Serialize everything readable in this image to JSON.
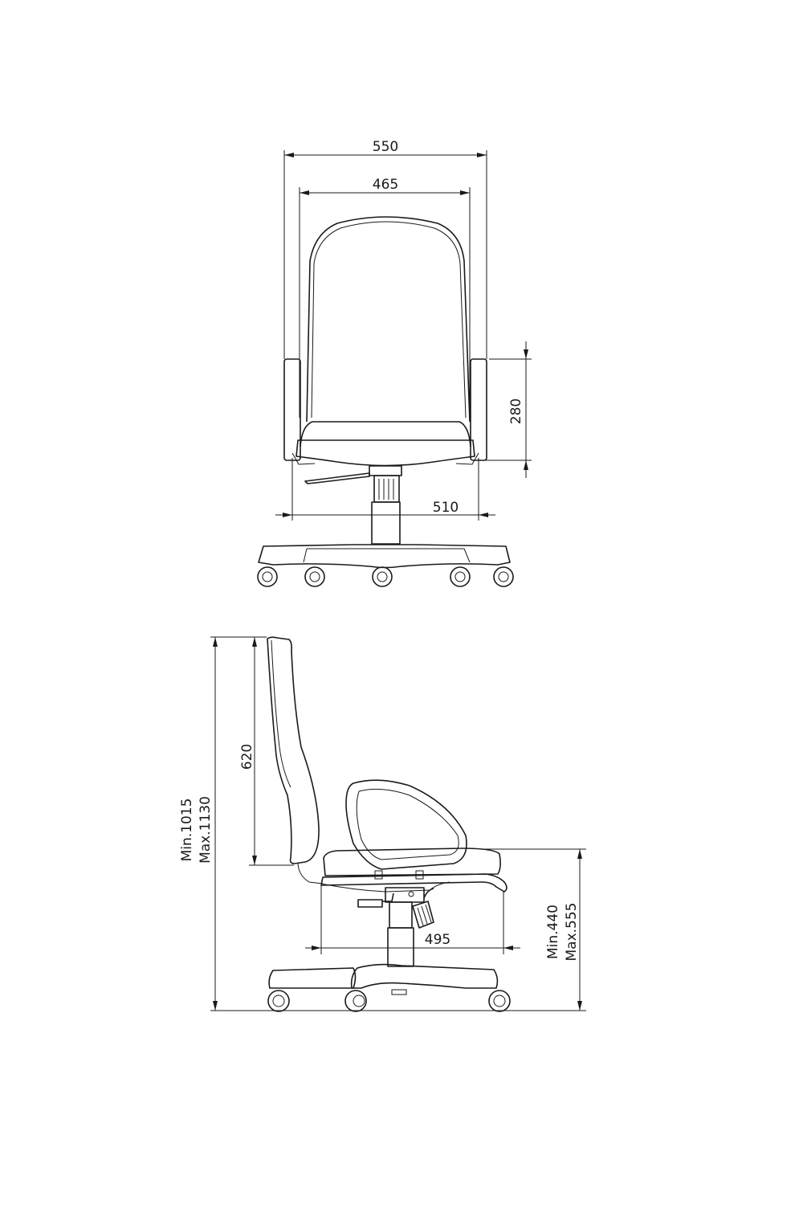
{
  "front_view": {
    "dimensions": {
      "overall_width": "550",
      "backrest_width": "465",
      "armrest_height": "280",
      "seat_width": "510"
    }
  },
  "side_view": {
    "dimensions": {
      "backrest_height": "620",
      "overall_height_min": "Min.1015",
      "overall_height_max": "Max.1130",
      "seat_depth": "495",
      "seat_height_min": "Min.440",
      "seat_height_max": "Max.555"
    }
  },
  "colors": {
    "line": "#1a1a1a",
    "background": "#ffffff"
  }
}
